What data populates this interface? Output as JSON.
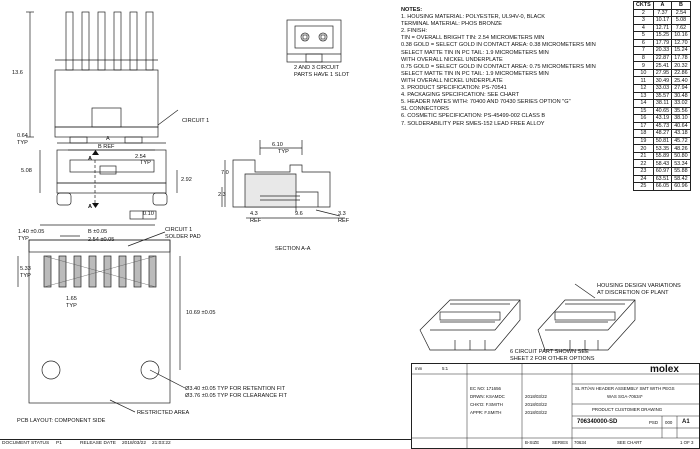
{
  "notes": {
    "header": "NOTES:",
    "lines": [
      "1. HOUSING MATERIAL: POLYESTER, UL94V-0, BLACK",
      "    TERMINAL MATERIAL: PHOS BRONZE",
      "2. FINISH:",
      "    TIN = OVERALL BRIGHT TIN: 2.54 MICROMETERS MIN",
      "    0.38 GOLD = SELECT GOLD IN CONTACT AREA: 0.38 MICROMETERS MIN",
      "                  SELECT MATTE TIN IN PC TAIL: 1.9 MICROMETERS MIN",
      "                  WITH OVERALL NICKEL UNDERPLATE",
      "    0.75 GOLD = SELECT GOLD IN CONTACT AREA: 0.75 MICROMETERS MIN",
      "                  SELECT MATTE TIN IN PC TAIL: 1.9 MICROMETERS MIN",
      "                  WITH OVERALL NICKEL UNDERPLATE",
      "3. PRODUCT SPECIFICATION: PS-70541",
      "4. PACKAGING SPECIFICATION: SEE CHART",
      "5. HEADER MATES WITH: 70400 AND 70430 SERIES OPTION \"G\"",
      "    SL CONNECTORS",
      "6. COSMETIC SPECIFICATION: PS-45499-002 CLASS B",
      "7. SOLDERABILITY PER SMES-152 LEAD FREE ALLOY"
    ]
  },
  "ckts_table": {
    "headers": [
      "CKTS",
      "A",
      "B"
    ],
    "rows": [
      [
        "2",
        "7.37",
        "2.54"
      ],
      [
        "3",
        "10.17",
        "5.08"
      ],
      [
        "4",
        "12.71",
        "7.62"
      ],
      [
        "5",
        "15.25",
        "10.16"
      ],
      [
        "6",
        "17.79",
        "12.70"
      ],
      [
        "7",
        "20.33",
        "15.24"
      ],
      [
        "8",
        "22.87",
        "17.78"
      ],
      [
        "9",
        "25.41",
        "20.32"
      ],
      [
        "10",
        "27.95",
        "22.86"
      ],
      [
        "11",
        "30.49",
        "25.40"
      ],
      [
        "12",
        "33.03",
        "27.94"
      ],
      [
        "13",
        "35.57",
        "30.48"
      ],
      [
        "14",
        "38.11",
        "33.02"
      ],
      [
        "15",
        "40.65",
        "35.56"
      ],
      [
        "16",
        "43.19",
        "38.10"
      ],
      [
        "17",
        "45.73",
        "40.64"
      ],
      [
        "18",
        "48.27",
        "43.18"
      ],
      [
        "19",
        "50.81",
        "45.72"
      ],
      [
        "20",
        "53.35",
        "48.26"
      ],
      [
        "21",
        "55.89",
        "50.80"
      ],
      [
        "22",
        "58.43",
        "53.34"
      ],
      [
        "23",
        "60.97",
        "55.88"
      ],
      [
        "24",
        "63.51",
        "58.42"
      ],
      [
        "25",
        "66.05",
        "60.96"
      ]
    ]
  },
  "labels": {
    "dim_13_6": "13.6",
    "circuit_1": "CIRCUIT 1",
    "two_three_circuit": "2 AND 3 CIRCUIT",
    "parts_one_slot": "PARTS HAVE 1 SLOT",
    "dim_0_64": "0.64",
    "typ": "TYP",
    "dim_a": "A",
    "b_ref": "B  REF",
    "dim_2_54": "2.54",
    "dim_5_08": "5.08",
    "dim_2_92": "2.92",
    "section_mark": "A",
    "flatness": "0.10",
    "dim_6_10": "6.10",
    "dim_7_0": "7.0",
    "dim_2_3": "2.3",
    "dim_4_3": "4.3",
    "dim_9_6": "9.6",
    "dim_3_3": "3.3",
    "ref": "REF",
    "section_title": "SECTION  A-A",
    "dim_1_40": "1.40 ±0.05",
    "b_pm": "B ±0.05",
    "dim_2_54_pm": "2.54 ±0.05",
    "circuit_1_pad": "CIRCUIT 1",
    "solder_pad": "SOLDER PAD",
    "dim_5_33": "5.33",
    "dim_1_65": "1.65",
    "dim_10_69": "10.69 ±0.05",
    "hole_retention": "Ø3.40 ±0.05  TYP FOR RETENTION FIT",
    "hole_clearance": "Ø3.76 ±0.05  TYP FOR CLEARANCE FIT",
    "restricted": "RESTRICTED AREA",
    "pcb_layout": "PCB LAYOUT: COMPONENT SIDE",
    "housing_variations": "HOUSING DESIGN VARIATIONS",
    "at_discretion": "AT DISCRETION OF PLANT",
    "six_circuit": "6 CIRCUIT PART SHOWN SEE",
    "sheet_2": "SHEET 2 FOR OTHER OPTIONS"
  },
  "title_block": {
    "brand": "molex",
    "title_line1": "SL RT/AN HEADER ASSEMBLY SMT WITH PEGS",
    "title_line2": "WAS SGA-70634*",
    "doc_type": "PRODUCT CUSTOMER DRAWING",
    "drawing_number": "706340000-SD",
    "psd": "PSD",
    "sheet_code": "000",
    "rev": "A1",
    "series_label": "SERIES",
    "series": "70634",
    "see_chart": "SEE CHART",
    "b_size": "B-SIZE",
    "sheet": "1 OF 3",
    "ec_no": "EC NO:  171656",
    "drawn": "DRWN: KSAMDC",
    "chkd": "CHK'D: F.SMITH",
    "apprd": "APPR: F.SMITH",
    "date1": "2018/03/22",
    "date2": "2018/03/22",
    "date3": "2018/03/22",
    "scale": "5:1",
    "mm": "mm"
  },
  "footer": {
    "doc_status_label": "DOCUMENT STATUS",
    "doc_status": "P1",
    "release_label": "RELEASE DATE",
    "release_date": "2018/03/22",
    "release_time": "21:03:22"
  }
}
